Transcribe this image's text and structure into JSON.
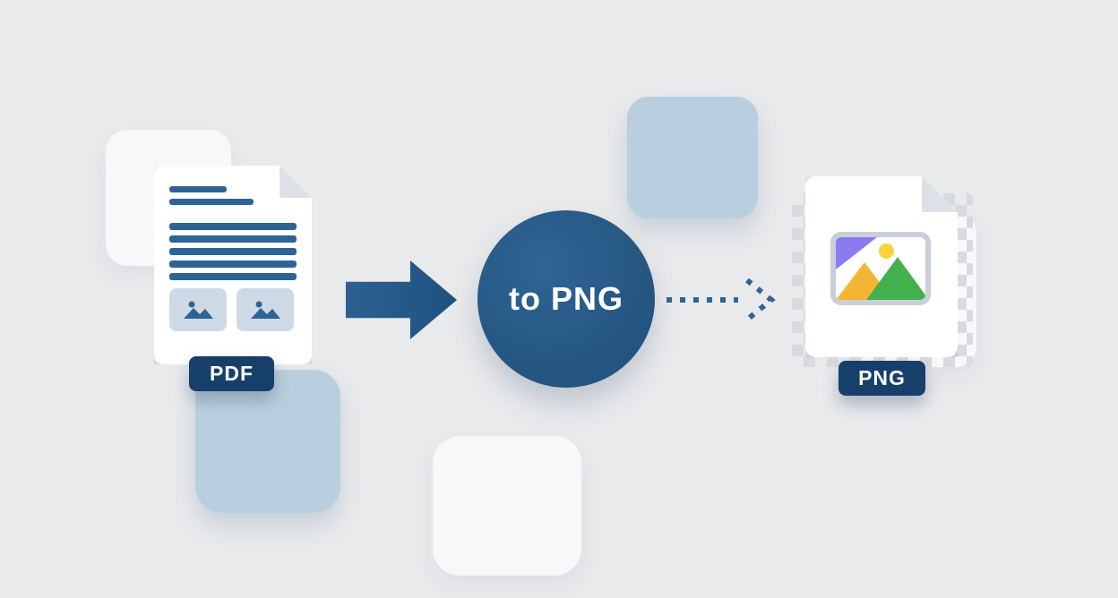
{
  "illustration": {
    "name": "pdf-to-png-conversion",
    "pdf_file": {
      "badge": "PDF"
    },
    "png_file": {
      "badge": "PNG"
    },
    "conversion": {
      "label": "to PNG"
    },
    "colors": {
      "background": "#e9eaec",
      "arrow_blue": "#25588a",
      "circle_blue": "#2a5c8c",
      "badge_navy": "#16406a",
      "decor_light_blue": "#b9cfdf",
      "decor_white": "#f7f8fa",
      "document_line_blue": "#2e6396",
      "thumbnail_bg": "#cdd9e5",
      "checkerboard_gray": "#d8dade",
      "image_icon_frame": "#c9cfd8",
      "image_icon_purple": "#8b7bf1",
      "image_icon_sun": "#fdd23a",
      "image_icon_mountain_yellow": "#f2b632",
      "image_icon_mountain_green": "#43b04e"
    }
  }
}
